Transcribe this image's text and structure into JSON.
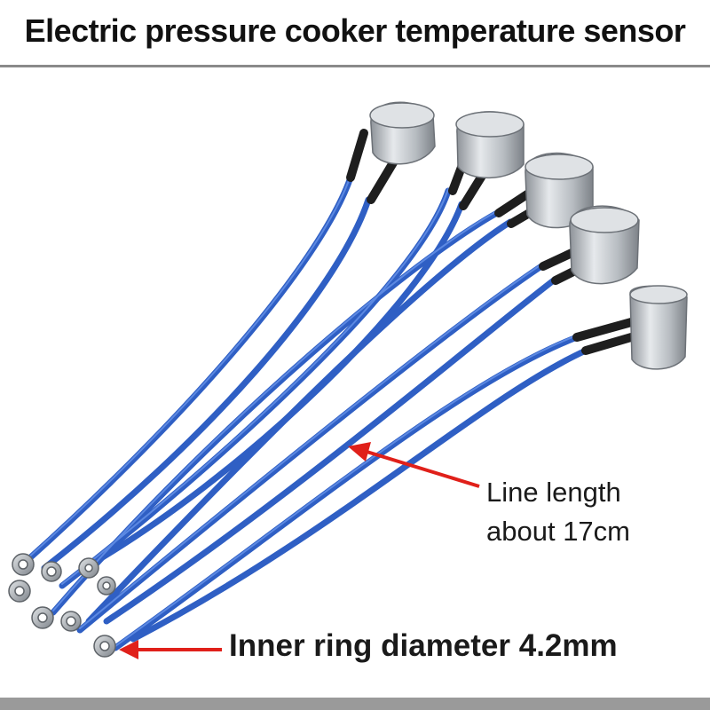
{
  "header": {
    "title": "Electric pressure cooker temperature sensor"
  },
  "annotations": {
    "line_length": {
      "line1": "Line length",
      "line2": "about 17cm"
    },
    "ring": {
      "text": "Inner ring diameter 4.2mm"
    }
  },
  "colors": {
    "wire": "#2f5fc4",
    "wire_highlight": "#6f9bf0",
    "arrow": "#e0201a",
    "metal": "#c9cdd1",
    "sleeve": "#1e1e1e",
    "divider": "#8a8a8a"
  }
}
